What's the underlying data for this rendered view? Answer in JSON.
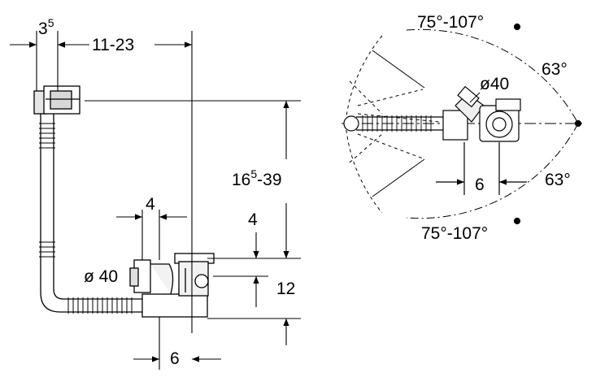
{
  "labels": {
    "wall_offset": "3",
    "wall_offset_sup": "5",
    "reach": "11-23",
    "height_range": "16",
    "height_range_sup": "5",
    "height_range_tail": "-39",
    "step_a": "4",
    "step_b": "4",
    "pipe_dia_left": "ø 40",
    "outlet_rise": "12",
    "bottom_offset": "6",
    "angle_top": "75°-107°",
    "angle_right_top": "63°",
    "pipe_dia_right": "ø40",
    "angle_right_bottom": "63°",
    "right_offset": "6",
    "angle_bottom": "75°-107°"
  }
}
